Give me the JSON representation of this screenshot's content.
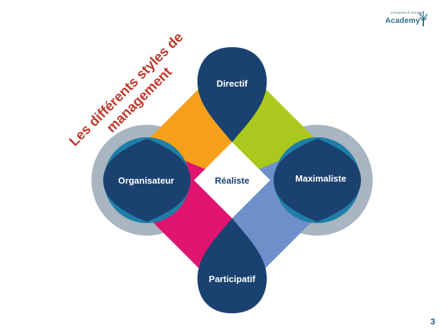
{
  "title": {
    "line1": "Les différents styles de",
    "line2": "management"
  },
  "nodes": {
    "top": "Directif",
    "left": "Organisateur",
    "right": "Maximaliste",
    "bottom": "Participatif",
    "center": "Réaliste"
  },
  "colors": {
    "orange": "#f6a01a",
    "lime": "#aac81e",
    "magenta": "#e0136f",
    "blue": "#6e8fc9",
    "navy": "#1a4170",
    "teal": "#1d7fa8",
    "gray": "#a9b5c0",
    "title": "#c0392b"
  },
  "logo": {
    "small": "Entreprise & Société",
    "main": "Academy"
  },
  "page_number": "3"
}
